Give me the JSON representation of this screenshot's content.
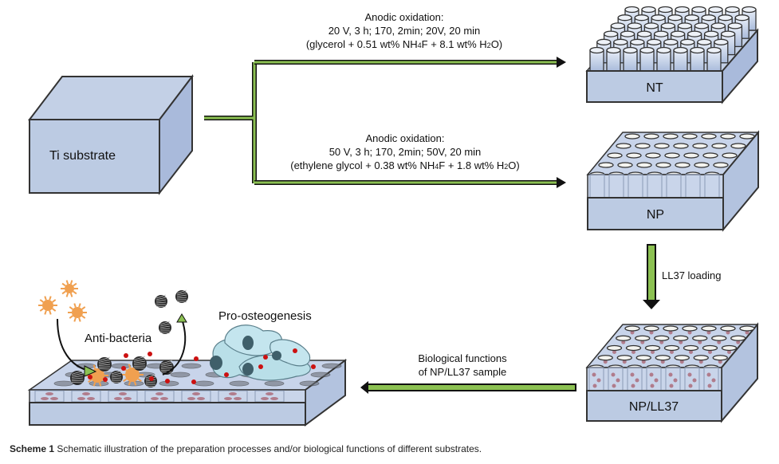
{
  "nodes": {
    "ti": {
      "label": "Ti substrate"
    },
    "nt": {
      "label": "NT"
    },
    "np": {
      "label": "NP"
    },
    "npll37": {
      "label": "NP/LL37"
    },
    "functions": {
      "anti_label": "Anti-bacteria",
      "osteo_label": "Pro-osteogenesis"
    }
  },
  "edges": {
    "to_nt": {
      "line1": "Anodic oxidation:",
      "line2": "20 V, 3 h; 170, 2min; 20V, 20 min",
      "line3_prefix": "(glycerol + 0.51 wt% NH",
      "line3_sub1": "4",
      "line3_mid": "F + 8.1 wt% H",
      "line3_sub2": "2",
      "line3_suffix": "O)"
    },
    "to_np": {
      "line1": "Anodic oxidation:",
      "line2": "50 V, 3 h; 170, 2min; 50V, 20 min",
      "line3_prefix": "(ethylene glycol + 0.38 wt% NH",
      "line3_sub1": "4",
      "line3_mid": "F + 1.8 wt% H",
      "line3_sub2": "2",
      "line3_suffix": "O)"
    },
    "loading": {
      "label": "LL37 loading"
    },
    "bio": {
      "line1": "Biological functions",
      "line2": "of NP/LL37 sample"
    }
  },
  "caption": {
    "prefix": "Scheme 1",
    "text": "Schematic illustration of the preparation processes and/or biological functions of different substrates."
  },
  "colors": {
    "arrow_fill": "#8cc152",
    "arrow_outline": "#111111",
    "block_fill": "#bccbe3",
    "block_stroke": "#333333",
    "bacteria": "#f0a050",
    "peptide": "#cc1111",
    "cell": "#b9dfe8",
    "nucleus": "#3f5f6a",
    "pore_dot": "#b07c8c"
  }
}
